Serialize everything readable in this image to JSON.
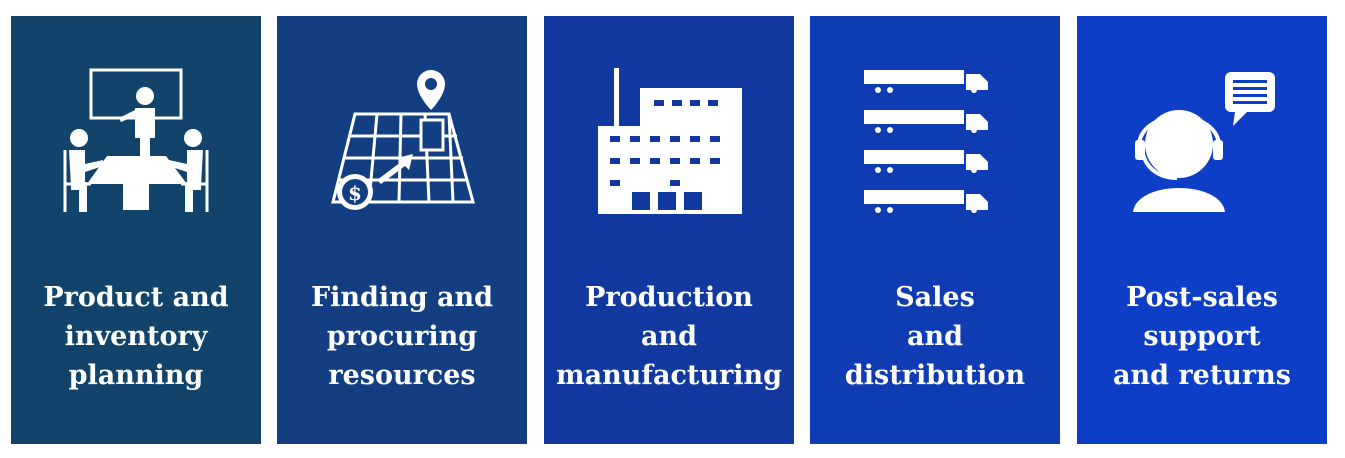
{
  "stages": [
    {
      "lines": [
        "Product and",
        "inventory",
        "planning"
      ],
      "icon": "team-meeting-icon",
      "color": "#12436b"
    },
    {
      "lines": [
        "Finding and",
        "procuring",
        "resources"
      ],
      "icon": "map-location-icon",
      "color": "#133f82"
    },
    {
      "lines": [
        "Production",
        "and",
        "manufacturing"
      ],
      "icon": "factory-icon",
      "color": "#12399f"
    },
    {
      "lines": [
        "Sales",
        "and",
        "distribution"
      ],
      "icon": "trucks-icon",
      "color": "#0f3bb3"
    },
    {
      "lines": [
        "Post-sales",
        "support",
        "and returns"
      ],
      "icon": "headset-support-icon",
      "color": "#0e3ec6"
    }
  ]
}
